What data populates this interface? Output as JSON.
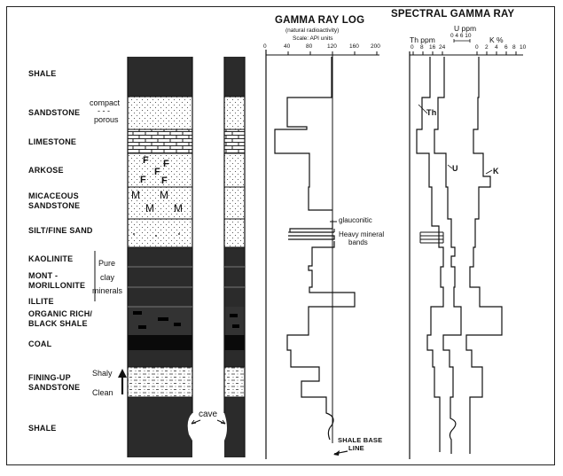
{
  "lithology": {
    "shale_top": "SHALE",
    "sandstone": "SANDSTONE",
    "compact": "compact",
    "dashes": "- - -",
    "porous": "porous",
    "limestone": "LIMESTONE",
    "arkose": "ARKOSE",
    "micaceous_1": "MICACEOUS",
    "micaceous_2": "SANDSTONE",
    "silt": "SILT/FINE SAND",
    "kaolinite": "KAOLINITE",
    "mont_1": "MONT -",
    "mont_2": "MORILLONITE",
    "illite": "ILLITE",
    "pure": "Pure",
    "clay": "clay",
    "minerals": "minerals",
    "organic_1": "ORGANIC RICH/",
    "organic_2": "BLACK SHALE",
    "coal": "COAL",
    "fining_1": "FINING-UP",
    "fining_2": "SANDSTONE",
    "shaly": "Shaly",
    "clean": "Clean",
    "shale_bottom": "SHALE",
    "cave": "cave",
    "symbol_f": "F",
    "symbol_m": "M"
  },
  "gamma_ray": {
    "title": "GAMMA RAY LOG",
    "subtitle": "(natural radioactivity)",
    "scale_label": "Scale: API units",
    "ticks": [
      "0",
      "40",
      "80",
      "120",
      "160",
      "200"
    ],
    "glauconitic": "glauconitic",
    "heavy_1": "Heavy mineral",
    "heavy_2": "bands",
    "base_1": "SHALE BASE",
    "base_2": "LINE"
  },
  "spectral": {
    "title": "SPECTRAL GAMMA RAY",
    "u_label": "U ppm",
    "u_ticks": "0  4 6 10",
    "th_label": "Th ppm",
    "th_ticks": [
      "0",
      "8",
      "16",
      "24"
    ],
    "k_label": "K %",
    "k_ticks": [
      "0",
      "2",
      "4",
      "6",
      "8",
      "10"
    ],
    "curve_th": "Th",
    "curve_u": "U",
    "curve_k": "K"
  },
  "colors": {
    "dark": "#2b2b2b",
    "line": "#111111"
  }
}
